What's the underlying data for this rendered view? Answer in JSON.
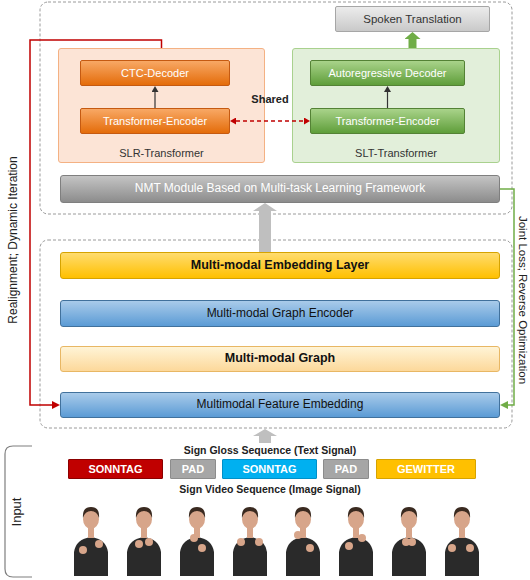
{
  "diagram": {
    "nodes": [
      {
        "text": [
          "Spoken Translation"
        ]
      },
      {
        "text": [
          "SLR-Transformer"
        ]
      },
      {
        "text": [
          "CTC-Decoder"
        ],
        "in": 1
      },
      {
        "text": [
          "Transformer-Encoder"
        ],
        "in": 1
      },
      {
        "text": [
          "SLT-Transformer"
        ]
      },
      {
        "text": [
          "Autoregressive Decoder"
        ],
        "in": 4
      },
      {
        "text": [
          "Transformer-Encoder"
        ],
        "in": 4
      },
      {
        "text": [
          "NMT Module Based on Multi-task Learning Framework"
        ]
      },
      {
        "text": [
          "Multi-modal Embedding Layer"
        ]
      },
      {
        "text": [
          "Multi-modal Graph Encoder"
        ]
      },
      {
        "text": [
          "Multi-modal Graph"
        ]
      },
      {
        "text": [
          "Multimodal Feature Embedding"
        ]
      },
      {
        "text": [
          "SONNTAG"
        ]
      },
      {
        "text": [
          "PAD"
        ]
      },
      {
        "text": [
          "SONNTAG"
        ]
      },
      {
        "text": [
          "PAD"
        ]
      },
      {
        "text": [
          "GEWITTER"
        ]
      }
    ],
    "edges": [
      {
        "from": 4,
        "to": 0,
        "arrow": "to"
      },
      {
        "from": 3,
        "to": 2,
        "arrow": "to"
      },
      {
        "from": 6,
        "to": 5,
        "arrow": "to"
      },
      {
        "from": 3,
        "to": 6,
        "arrow": "both",
        "label": "Shared"
      },
      {
        "from": 1,
        "to": 11,
        "arrow": "to",
        "label": "Realignment; Dynamic Iteration"
      },
      {
        "from": 7,
        "to": 11,
        "arrow": "to",
        "label": "Joint Loss; Reverse Optimization"
      },
      {
        "from": 8,
        "to": 7,
        "arrow": "to"
      }
    ],
    "labels": [
      "Sign Gloss Sequence (Text Signal)",
      "Sign Video Sequence (Image Signal)",
      "Input"
    ]
  }
}
